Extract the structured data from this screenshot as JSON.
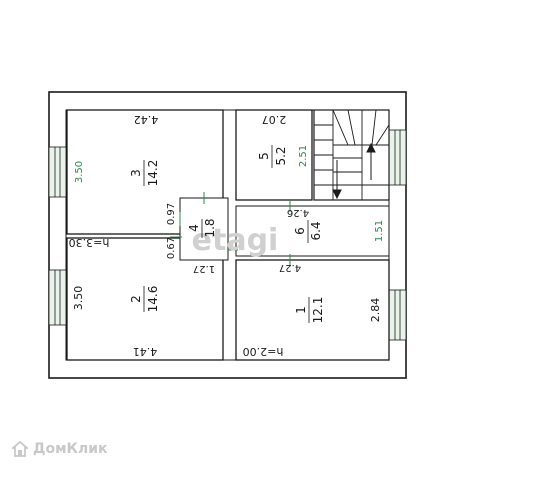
{
  "rooms": [
    {
      "num": "3",
      "area": "14.2"
    },
    {
      "num": "2",
      "area": "14.6"
    },
    {
      "num": "5",
      "area": "5.2"
    },
    {
      "num": "4",
      "area": "1.8"
    },
    {
      "num": "6",
      "area": "6.4"
    },
    {
      "num": "1",
      "area": "12.1"
    }
  ],
  "dims": {
    "r3_top": "4.42",
    "r3_left": "3.50",
    "r3_right": "0.97",
    "r2_height_note": "h=3.30",
    "r2_left": "3.50",
    "r2_bottom": "4.41",
    "r4_left": "0.67",
    "r4_bottom": "1.27",
    "r5_top": "2.07",
    "r5_right": "2.51",
    "r6_top": "4.26",
    "r6_right": "1.51",
    "r1_top": "4.27",
    "r1_right": "2.84",
    "r1_height_note": "h=2.00"
  },
  "watermark": "etagi",
  "logo": {
    "text": "ДомКлик",
    "icon": "domclick-house-icon"
  }
}
